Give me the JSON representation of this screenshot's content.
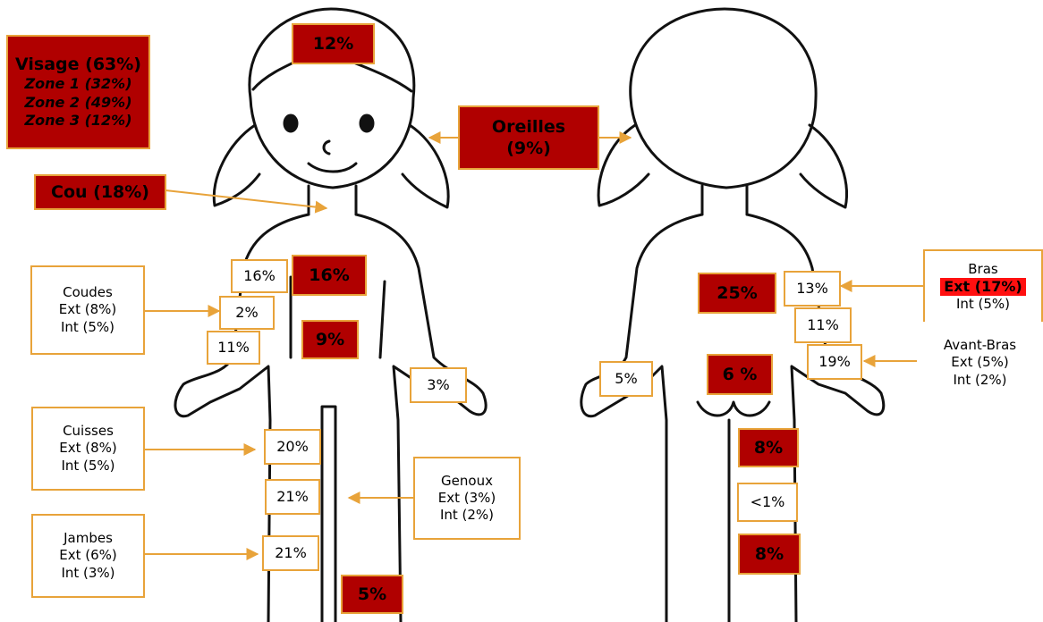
{
  "visage": {
    "title": "Visage (63%)",
    "zone1": "Zone 1 (32%)",
    "zone2": "Zone 2 (49%)",
    "zone3": "Zone 3 (12%)"
  },
  "front": {
    "forehead": "12%",
    "cou": "Cou (18%)",
    "chest": "16%",
    "abdomen": "9%",
    "arm_upper": "16%",
    "elbow": "2%",
    "forearm": "11%",
    "hand": "3%",
    "thigh": "20%",
    "knee": "21%",
    "shin": "21%",
    "foot": "5%"
  },
  "oreilles": {
    "title": "Oreilles",
    "value": "(9%)"
  },
  "coudes": {
    "title": "Coudes",
    "ext": "Ext (8%)",
    "int": "Int (5%)"
  },
  "cuisses": {
    "title": "Cuisses",
    "ext": "Ext (8%)",
    "int": "Int (5%)"
  },
  "genoux": {
    "title": "Genoux",
    "ext": "Ext (3%)",
    "int": "Int (2%)"
  },
  "jambes": {
    "title": "Jambes",
    "ext": "Ext (6%)",
    "int": "Int (3%)"
  },
  "back": {
    "upper_back": "25%",
    "lower_back": "6 %",
    "hand": "5%",
    "upper_arm": "13%",
    "elbow": "11%",
    "forearm": "19%",
    "thigh": "8%",
    "knee": "<1%",
    "calf": "8%"
  },
  "bras": {
    "title": "Bras",
    "ext": "Ext (17%)",
    "int": "Int (5%)"
  },
  "avant_bras": {
    "title": "Avant-Bras",
    "ext": "Ext (5%)",
    "int": "Int (2%)"
  },
  "colors": {
    "accent_border": "#e8a33a",
    "highlight_fill": "#b00000",
    "bright_red": "#ff1010",
    "outline": "#111111"
  }
}
